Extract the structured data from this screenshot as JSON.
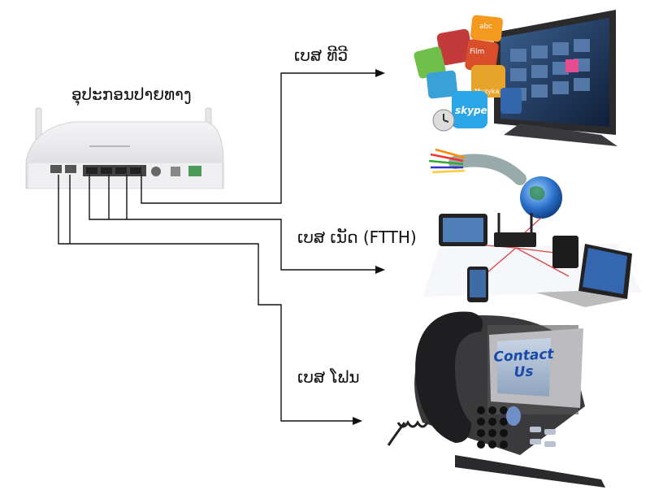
{
  "device_title": "ອຸປະກອນປາຍທາງ",
  "connections": [
    {
      "label": "ເບສ ທີວີ",
      "icon": "smart-tv-icon"
    },
    {
      "label": "ເບສ ເນັດ (FTTH)",
      "icon": "network-devices-icon"
    },
    {
      "label": "ເບສ ໂຟນ",
      "icon": "ip-phone-icon"
    }
  ],
  "tv_apps": [
    "Film",
    "Muzyka",
    "skype",
    "abc"
  ],
  "phone_screen_text": [
    "Contact",
    "Us"
  ],
  "colors": {
    "line": "#111111",
    "router": "#e8e8ea",
    "tv_bezel": "#2b2b2e",
    "globe": "#2a6fc9"
  }
}
